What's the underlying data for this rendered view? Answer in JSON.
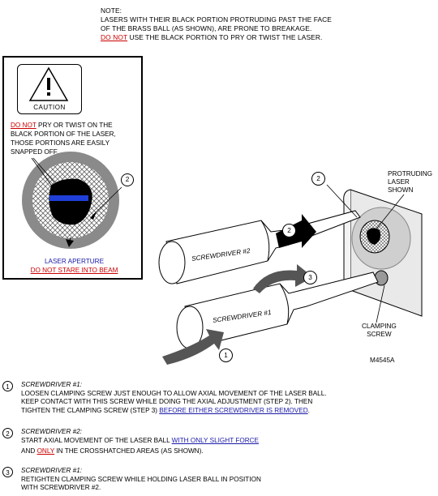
{
  "note": {
    "heading": "NOTE:",
    "line1": "LASERS WITH THEIR BLACK PORTION PROTRUDING PAST THE FACE",
    "line2": "OF THE BRASS BALL (AS SHOWN), ARE PRONE TO BREAKAGE.",
    "line3_warn": "DO NOT",
    "line3_rest": " USE THE BLACK PORTION TO PRY OR TWIST THE LASER."
  },
  "caution": {
    "label": "CAUTION",
    "warn_red": "DO NOT",
    "warn_line1_rest": " PRY OR TWIST ON THE",
    "warn_line2": "BLACK PORTION OF THE LASER,",
    "warn_line3": "THOSE PORTIONS ARE EASILY",
    "warn_line4": "SNAPPED OFF.",
    "callout": "2",
    "aperture_label": "LASER APERTURE",
    "aperture_warning": "DO NOT STARE INTO BEAM"
  },
  "diagram": {
    "protruding_1": "PROTRUDING",
    "protruding_2": "LASER",
    "protruding_3": "SHOWN",
    "clamping_1": "CLAMPING",
    "clamping_2": "SCREW",
    "screwdriver2": "SCREWDRIVER #2",
    "screwdriver1": "SCREWDRIVER #1",
    "callout_2a": "2",
    "callout_2b": "2",
    "callout_3": "3",
    "callout_1": "1",
    "figure_id": "M4545A"
  },
  "steps": [
    {
      "num": "1",
      "title": "SCREWDRIVER #1:",
      "l1": "LOOSEN CLAMPING SCREW JUST ENOUGH TO ALLOW AXIAL MOVEMENT OF THE LASER BALL.",
      "l2": "KEEP CONTACT WITH THIS SCREW WHILE DOING THE AXIAL ADJUSTMENT (STEP 2). THEN",
      "l3a": "TIGHTEN THE CLAMPING SCREW (STEP 3) ",
      "l3b": "BEFORE EITHER SCREWDRIVER IS REMOVED",
      "l3c": "."
    },
    {
      "num": "2",
      "title": "SCREWDRIVER #2:",
      "l1a": "START AXIAL MOVEMENT OF THE LASER BALL ",
      "l1b": "WITH ONLY SLIGHT FORCE",
      "l2a": "AND ",
      "l2b": "ONLY",
      "l2c": " IN THE CROSSHATCHED AREAS (AS SHOWN)."
    },
    {
      "num": "3",
      "title": "SCREWDRIVER #1:",
      "l1": "RETIGHTEN CLAMPING SCREW WHILE HOLDING LASER BALL IN POSITION",
      "l2": "WITH SCREWDRIVER #2."
    }
  ],
  "colors": {
    "warning_red": "#cc0000",
    "link_blue": "#1a1aa8",
    "laser_blue": "#1f3fd8",
    "ring_gray": "#888888"
  }
}
